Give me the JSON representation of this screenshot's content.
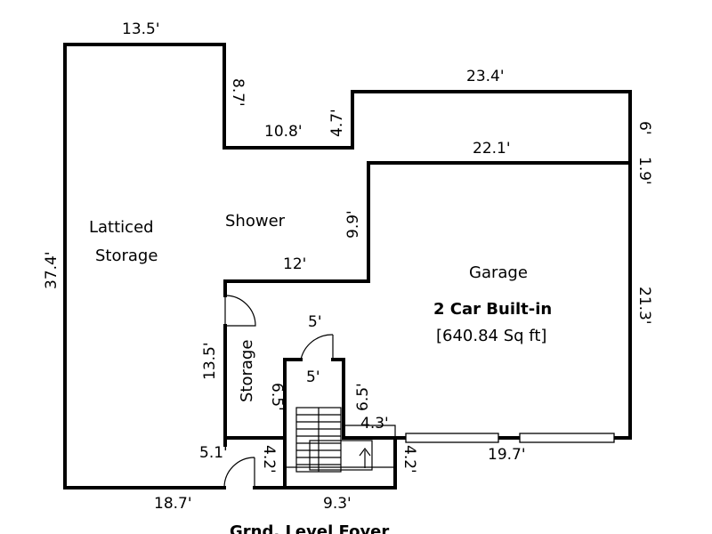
{
  "rooms": {
    "latticed_storage_line1": "Latticed",
    "latticed_storage_line2": "Storage",
    "shower": "Shower",
    "garage": "Garage",
    "garage_type": "2 Car Built-in",
    "garage_area": "[640.84 Sq ft]",
    "storage": "Storage",
    "foyer": "Grnd. Level Foyer"
  },
  "dimensions": {
    "top_left_width": "13.5'",
    "notch_depth": "8.7'",
    "notch_width": "10.8'",
    "step_height": "4.7'",
    "top_right_width": "23.4'",
    "right_upper": "6'",
    "right_step": "1.9'",
    "garage_top_width": "22.1'",
    "garage_step_height": "9.9'",
    "shower_bottom_width": "12'",
    "left_height": "37.4'",
    "storage_height": "13.5'",
    "stair_top_width": "5'",
    "stair_inner_width": "5'",
    "stair_left_height": "6.5'",
    "stair_right_height": "6.5'",
    "landing_width": "4.3'",
    "foyer_left_width": "5.1'",
    "foyer_left_height": "4.2'",
    "foyer_right_height": "4.2'",
    "garage_bottom_width": "19.7'",
    "garage_right_height": "21.3'",
    "bottom_left_width": "18.7'",
    "bottom_foyer_width": "9.3'"
  }
}
